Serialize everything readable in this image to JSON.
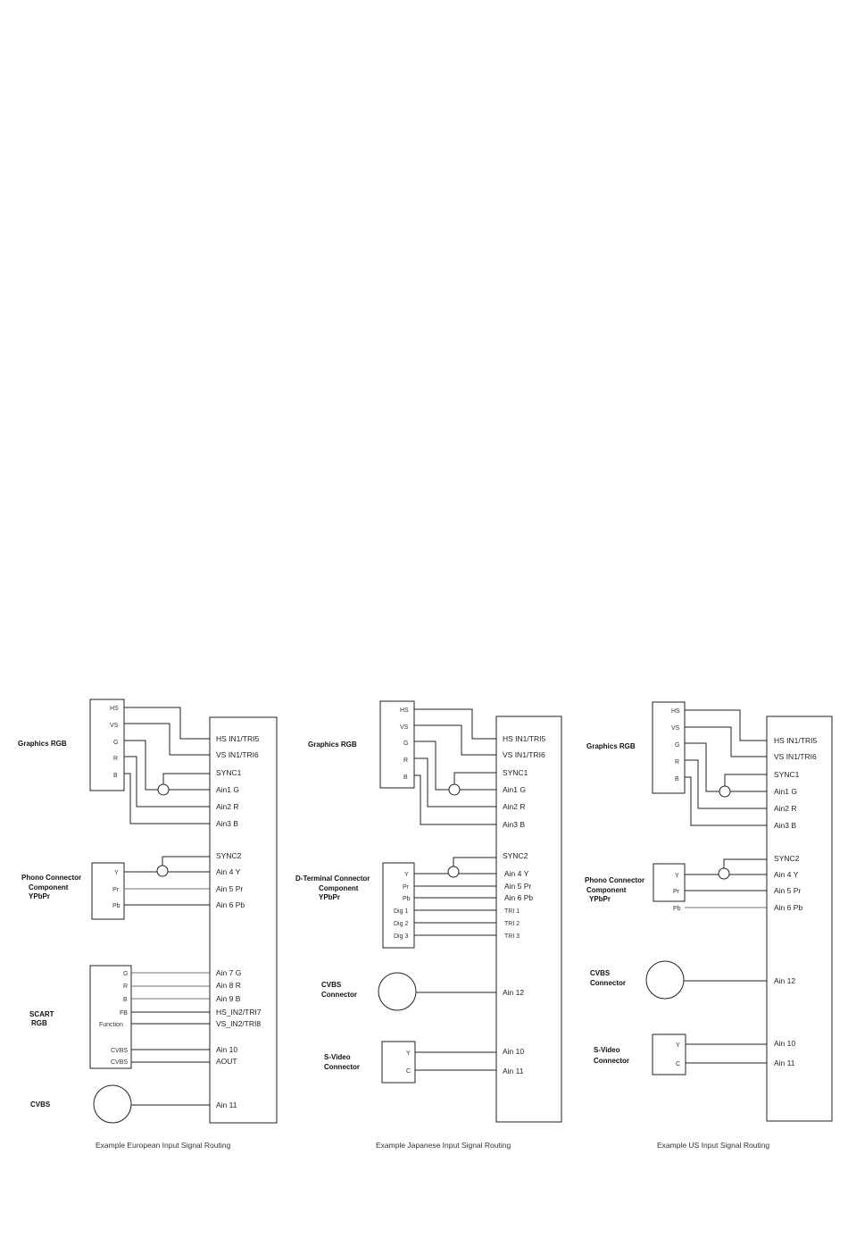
{
  "europe": {
    "graphics_label": "Graphics RGB",
    "graphics_pins": [
      "HS",
      "VS",
      "G",
      "R",
      "B"
    ],
    "phono_label": [
      "Phono Connector",
      "Component",
      "YPbPr"
    ],
    "phono_pins": [
      "Y",
      "Pr",
      "Pb"
    ],
    "scart_label": [
      "SCART",
      "RGB"
    ],
    "scart_pins": [
      "G",
      "R",
      "B",
      "FB",
      "Function",
      "CVBS",
      "CVBS"
    ],
    "cvbs_label": "CVBS",
    "chip_pins": [
      "HS IN1/TRI5",
      "VS IN1/TRI6",
      "SYNC1",
      "Ain1 G",
      "Ain2 R",
      "Ain3 B",
      "SYNC2",
      "Ain 4 Y",
      "Ain 5 Pr",
      "Ain 6 Pb",
      "Ain 7 G",
      "Ain 8 R",
      "Ain 9 B",
      "HS_IN2/TRI7",
      "VS_IN2/TRI8",
      "Ain 10",
      "AOUT",
      "Ain 11"
    ],
    "caption": "Example European Input Signal Routing"
  },
  "japan": {
    "graphics_label": "Graphics RGB",
    "graphics_pins": [
      "HS",
      "VS",
      "G",
      "R",
      "B"
    ],
    "dterm_label": [
      "D-Terminal Connector",
      "Component",
      "YPbPr"
    ],
    "dterm_pins": [
      "Y",
      "Pr",
      "Pb",
      "Dig 1",
      "Dig 2",
      "Dig 3"
    ],
    "cvbs_label": [
      "CVBS",
      "Connector"
    ],
    "svideo_label": [
      "S-Video",
      "Connector"
    ],
    "svideo_pins": [
      "Y",
      "C"
    ],
    "chip_pins": [
      "HS IN1/TRI5",
      "VS IN1/TRI6",
      "SYNC1",
      "Ain1 G",
      "Ain2 R",
      "Ain3 B",
      "SYNC2",
      "Ain 4 Y",
      "Ain 5 Pr",
      "Ain 6 Pb",
      "TRI 1",
      "TRI 2",
      "TRI 3",
      "Ain 12",
      "Ain 10",
      "Ain 11"
    ],
    "caption": "Example Japanese Input Signal Routing"
  },
  "us": {
    "graphics_label": "Graphics RGB",
    "graphics_pins": [
      "HS",
      "VS",
      "G",
      "R",
      "B"
    ],
    "phono_label": [
      "Phono Connector",
      "Component",
      "YPbPr"
    ],
    "phono_pins": [
      "Y",
      "Pr",
      "Pb"
    ],
    "cvbs_label": [
      "CVBS",
      "Connector"
    ],
    "svideo_label": [
      "S-Video",
      "Connector"
    ],
    "svideo_pins": [
      "Y",
      "C"
    ],
    "chip_pins": [
      "HS IN1/TRI5",
      "VS IN1/TRI6",
      "SYNC1",
      "Ain1 G",
      "Ain2 R",
      "Ain3 B",
      "SYNC2",
      "Ain 4 Y",
      "Ain 5 Pr",
      "Ain 6 Pb",
      "Ain 12",
      "Ain 10",
      "Ain 11"
    ],
    "caption": "Example US Input Signal Routing"
  }
}
